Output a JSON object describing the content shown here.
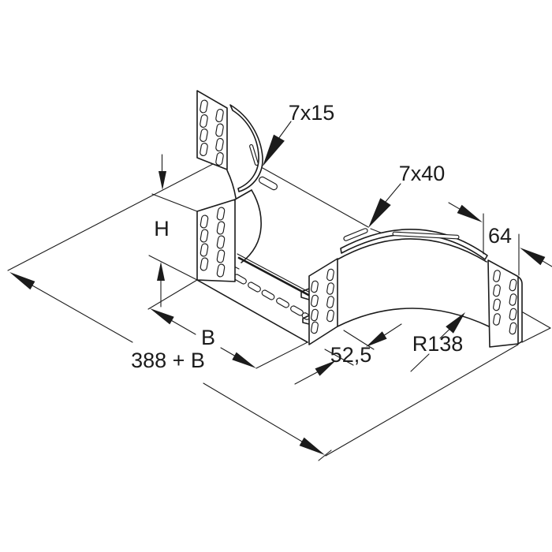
{
  "page": {
    "background_color": "#ffffff",
    "line_color": "#1b1b1b"
  },
  "drawing": {
    "type": "technical-line-drawing",
    "subject": "cable tray rising bend with perforated side plates and R138 curved section",
    "labels": {
      "slot_small": "7x15",
      "slot_large": "7x40",
      "connector_width": "64",
      "side_height": "H",
      "tray_width": "B",
      "overall_length": "388 + B",
      "offset_width": "52,5",
      "bend_radius": "R138"
    }
  }
}
